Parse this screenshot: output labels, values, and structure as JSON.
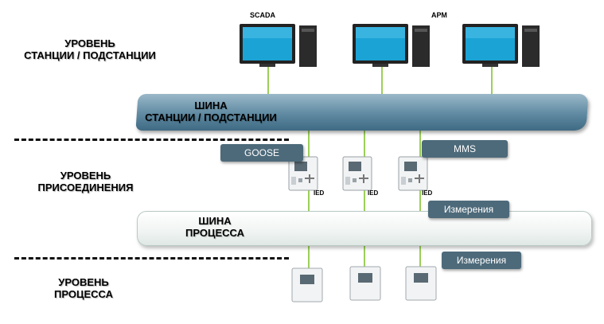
{
  "levels": {
    "station": [
      "УРОВЕНЬ",
      "СТАНЦИИ / ПОДСТАНЦИИ"
    ],
    "bay": [
      "УРОВЕНЬ",
      "ПРИСОЕДИНЕНИЯ"
    ],
    "process": [
      "УРОВЕНЬ",
      "ПРОЦЕССА"
    ]
  },
  "buses": {
    "station": [
      "ШИНА",
      "СТАНЦИИ / ПОДСТАНЦИИ"
    ],
    "process": [
      "ШИНА",
      "ПРОЦЕССА"
    ]
  },
  "computers": [
    {
      "label": "SCADA"
    },
    {
      "label": "АРМ"
    },
    {
      "label": ""
    }
  ],
  "ied_labels": [
    "IED",
    "IED",
    "IED"
  ],
  "tags": {
    "goose": "GOOSE",
    "mms": "MMS",
    "measure_bay": "Измерения",
    "measure_process": "Измерения"
  },
  "colors": {
    "station_bus": "#5f8aa2",
    "process_bus": "#f0f4f2",
    "tag_bg": "#4d6a7a",
    "link_line": "#9ccf5a"
  }
}
